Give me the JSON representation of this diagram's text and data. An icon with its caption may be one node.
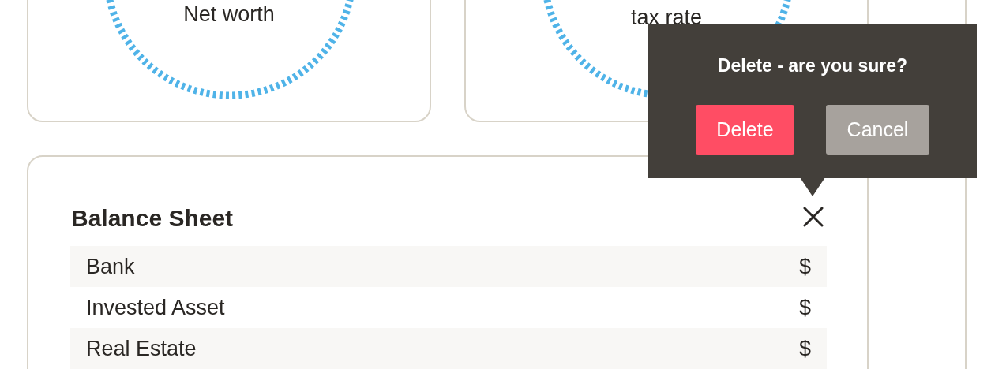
{
  "diagram": {
    "nodes": [
      {
        "text": [
          "Net worth"
        ]
      },
      {
        "text": [
          "tax rate"
        ]
      },
      {
        "text": [
          "Balance Sheet"
        ]
      },
      {
        "text": [
          "Delete - are you sure?"
        ]
      },
      {
        "text": [
          "Delete"
        ],
        "in": 3
      },
      {
        "text": [
          "Cancel"
        ],
        "in": 3
      }
    ],
    "labels": [
      "Bank",
      "$",
      "Invested Asset",
      "$",
      "Real Estate",
      "$"
    ]
  }
}
